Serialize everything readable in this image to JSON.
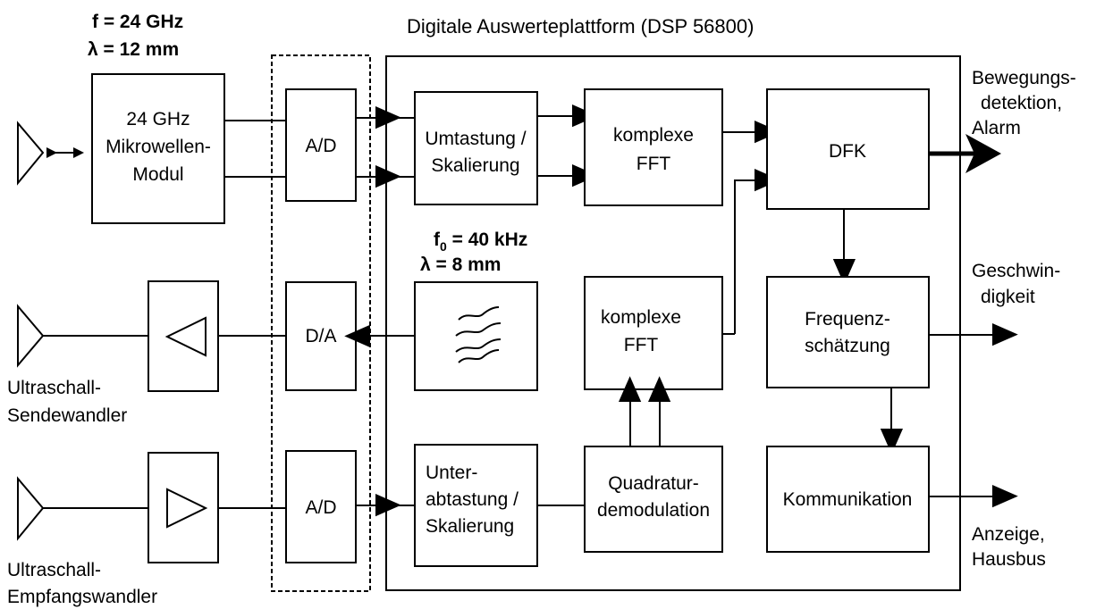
{
  "title": "Digitale Auswerteplattform (DSP 56800)",
  "radar_freq": "f = 24 GHz",
  "radar_lambda": "λ = 12 mm",
  "us_freq_base": "f",
  "us_freq_sub": "0",
  "us_freq_rest": " = 40 kHz",
  "us_lambda": "λ = 8 mm",
  "blocks": {
    "mw_module": [
      "24 GHz",
      "Mikrowellen-",
      "Modul"
    ],
    "ad_top": "A/D",
    "da": "D/A",
    "ad_bottom": "A/D",
    "umtastung": [
      "Umtastung /",
      "Skalierung"
    ],
    "fft_top": [
      "komplexe",
      "FFT"
    ],
    "dfk": "DFK",
    "fft_bottom": [
      "komplexe",
      "FFT"
    ],
    "frequenz": [
      "Frequenz-",
      "schätzung"
    ],
    "unterabtastung": [
      "Unter-",
      "abtastung /",
      "Skalierung"
    ],
    "quadratur": [
      "Quadratur-",
      "demodulation"
    ],
    "kommunikation": "Kommunikation"
  },
  "outputs": {
    "bewegung": [
      "Bewegungs-",
      "detektion,",
      "Alarm"
    ],
    "geschwindigkeit": [
      "Geschwin-",
      "digkeit"
    ],
    "anzeige": [
      "Anzeige,",
      "Hausbus"
    ]
  },
  "transducers": {
    "sende": [
      "Ultraschall-",
      "Sendewandler"
    ],
    "empfang": [
      "Ultraschall-",
      "Empfangswandler"
    ]
  },
  "icons": [
    "antenna-icon",
    "amplifier-icon",
    "filter-icon",
    "arrow-icon"
  ]
}
